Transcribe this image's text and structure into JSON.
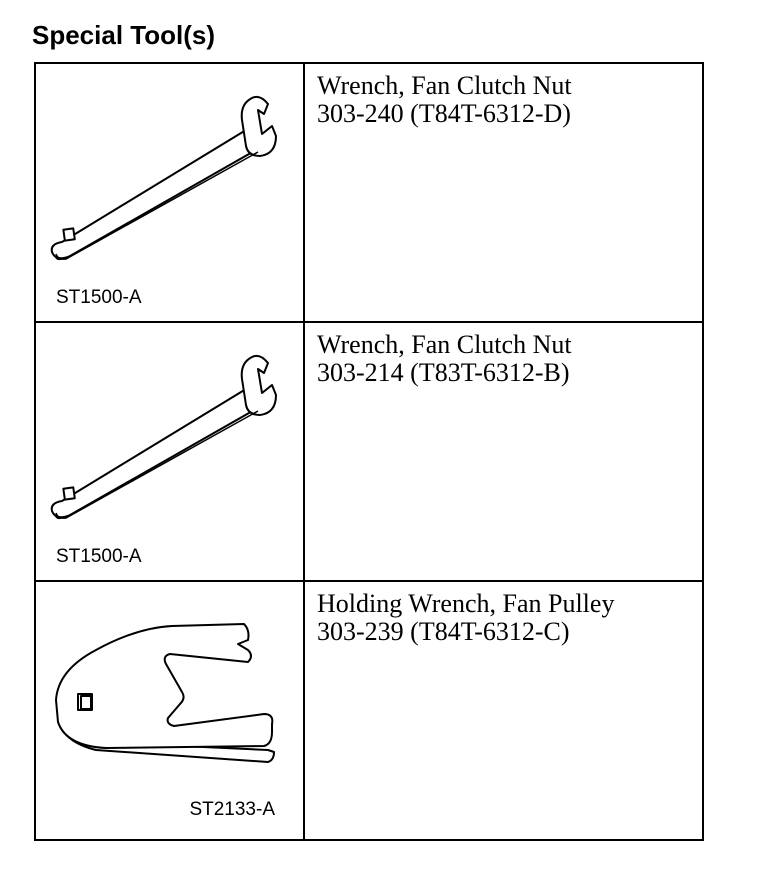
{
  "heading": "Special Tool(s)",
  "tools": [
    {
      "name": "Wrench, Fan Clutch Nut",
      "number": "303-240 (T84T-6312-D)",
      "illustration_code": "ST1500-A",
      "illustration_icon": "open-end-wrench-icon"
    },
    {
      "name": "Wrench, Fan Clutch Nut",
      "number": "303-214 (T83T-6312-B)",
      "illustration_code": "ST1500-A",
      "illustration_icon": "open-end-wrench-icon"
    },
    {
      "name": "Holding Wrench, Fan Pulley",
      "number": "303-239 (T84T-6312-C)",
      "illustration_code": "ST2133-A",
      "illustration_icon": "holding-wrench-icon"
    }
  ]
}
